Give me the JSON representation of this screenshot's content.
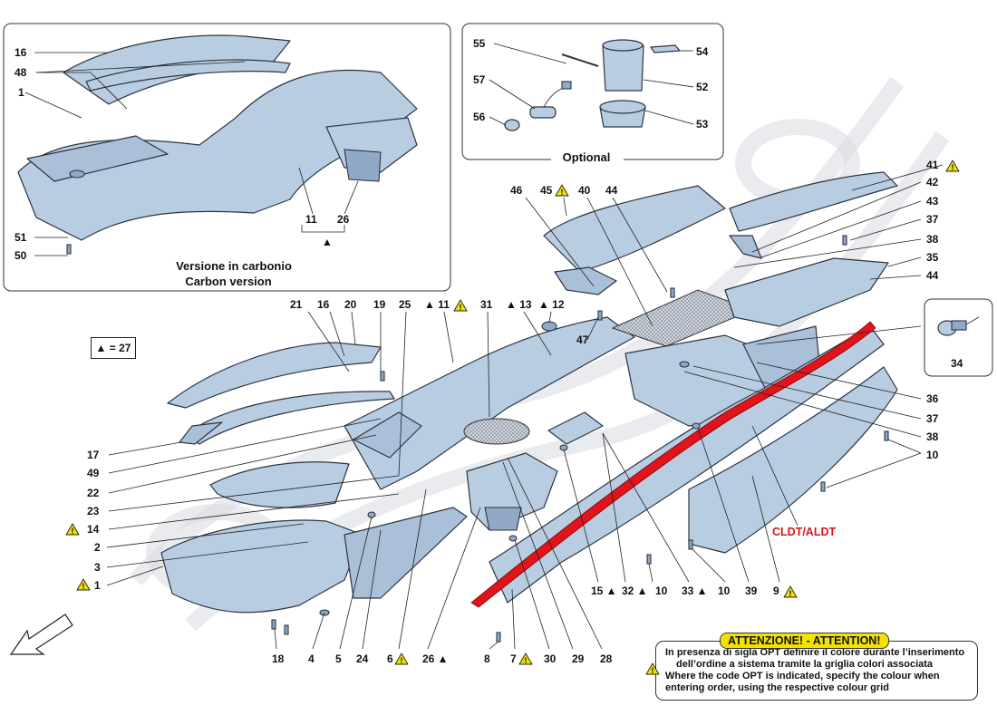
{
  "legend": {
    "text": "▲ = 27"
  },
  "inset_carbon": {
    "caption_it": "Versione in carbonio",
    "caption_en": "Carbon version"
  },
  "inset_optional": {
    "title": "Optional"
  },
  "callout_red": "CLDT/ALDT",
  "attention": {
    "title": "ATTENZIONE! - ATTENTION!",
    "lines": [
      "In presenza di sigla OPT definire il colore durante l’inserimento",
      "dell’ordine a sistema tramite la griglia colori associata",
      "Where the code OPT is indicated, specify the colour when",
      "entering order, using the respective colour grid"
    ]
  },
  "labels": [
    {
      "id": "l16a",
      "text": "16"
    },
    {
      "id": "l48",
      "text": "48"
    },
    {
      "id": "l1a",
      "text": "1"
    },
    {
      "id": "l51",
      "text": "51"
    },
    {
      "id": "l50",
      "text": "50"
    },
    {
      "id": "l11i",
      "text": "11"
    },
    {
      "id": "l26i",
      "text": "26"
    },
    {
      "id": "l55",
      "text": "55"
    },
    {
      "id": "l54",
      "text": "54"
    },
    {
      "id": "l57",
      "text": "57"
    },
    {
      "id": "l52",
      "text": "52"
    },
    {
      "id": "l56",
      "text": "56"
    },
    {
      "id": "l53",
      "text": "53"
    },
    {
      "id": "l41",
      "text": "41"
    },
    {
      "id": "l42",
      "text": "42"
    },
    {
      "id": "l43",
      "text": "43"
    },
    {
      "id": "l37a",
      "text": "37"
    },
    {
      "id": "l38a",
      "text": "38"
    },
    {
      "id": "l35",
      "text": "35"
    },
    {
      "id": "l44r",
      "text": "44"
    },
    {
      "id": "l34",
      "text": "34"
    },
    {
      "id": "l36",
      "text": "36"
    },
    {
      "id": "l37b",
      "text": "37"
    },
    {
      "id": "l38b",
      "text": "38"
    },
    {
      "id": "l10r",
      "text": "10"
    },
    {
      "id": "l46",
      "text": "46"
    },
    {
      "id": "l45",
      "text": "45"
    },
    {
      "id": "l40",
      "text": "40"
    },
    {
      "id": "l44t",
      "text": "44"
    },
    {
      "id": "l21",
      "text": "21"
    },
    {
      "id": "l16b",
      "text": "16"
    },
    {
      "id": "l20",
      "text": "20"
    },
    {
      "id": "l19",
      "text": "19"
    },
    {
      "id": "l25",
      "text": "25"
    },
    {
      "id": "l11",
      "text": "▲ 11"
    },
    {
      "id": "l31",
      "text": "31"
    },
    {
      "id": "l13",
      "text": "▲ 13"
    },
    {
      "id": "l12",
      "text": "▲ 12"
    },
    {
      "id": "l47",
      "text": "47"
    },
    {
      "id": "l17",
      "text": "17"
    },
    {
      "id": "l49",
      "text": "49"
    },
    {
      "id": "l22",
      "text": "22"
    },
    {
      "id": "l23",
      "text": "23"
    },
    {
      "id": "l14",
      "text": "14"
    },
    {
      "id": "l2",
      "text": "2"
    },
    {
      "id": "l3",
      "text": "3"
    },
    {
      "id": "l1b",
      "text": "1"
    },
    {
      "id": "l18",
      "text": "18"
    },
    {
      "id": "l4",
      "text": "4"
    },
    {
      "id": "l5",
      "text": "5"
    },
    {
      "id": "l24",
      "text": "24"
    },
    {
      "id": "l6",
      "text": "6"
    },
    {
      "id": "l26",
      "text": "26 ▲"
    },
    {
      "id": "l8",
      "text": "8"
    },
    {
      "id": "l7",
      "text": "7"
    },
    {
      "id": "l30",
      "text": "30"
    },
    {
      "id": "l29",
      "text": "29"
    },
    {
      "id": "l28",
      "text": "28"
    },
    {
      "id": "l15",
      "text": "15 ▲"
    },
    {
      "id": "l32",
      "text": "32 ▲"
    },
    {
      "id": "l10a",
      "text": "10"
    },
    {
      "id": "l33",
      "text": "33 ▲"
    },
    {
      "id": "l10b",
      "text": "10"
    },
    {
      "id": "l39",
      "text": "39"
    },
    {
      "id": "l9",
      "text": "9"
    }
  ],
  "warning_mark": "!"
}
